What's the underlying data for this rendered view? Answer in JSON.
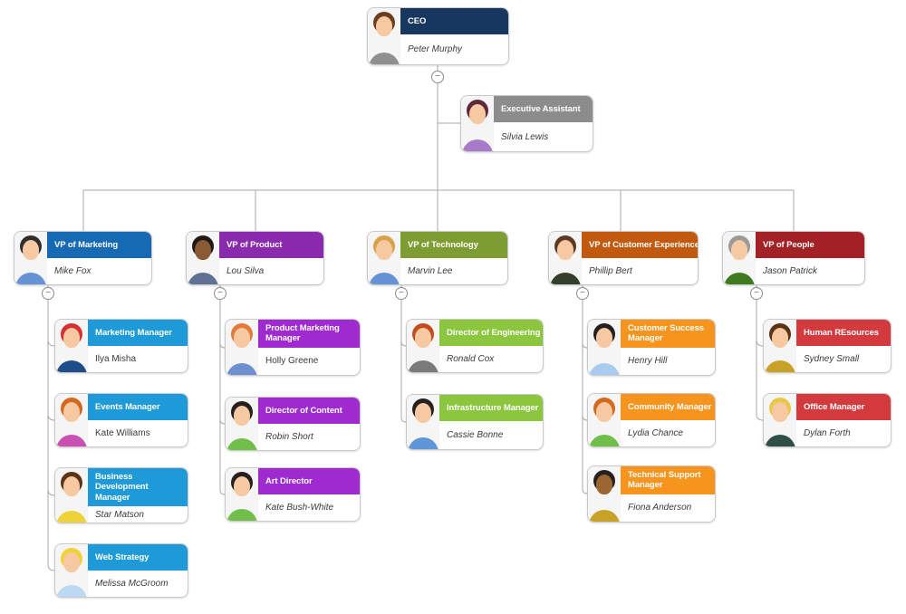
{
  "style_tokens": {
    "line_color": "#A8A8A8",
    "card_border": "#C9C9C9",
    "name_color": "#3A3A3A"
  },
  "collapse_button_glyph": "−",
  "nodes": [
    {
      "id": "ceo",
      "title": "CEO",
      "name": "Peter Murphy",
      "name_style": "italic",
      "header_color": "#17375E",
      "avatar": {
        "hair": "#6B3F1D",
        "skin": "#F6C9A3",
        "shirt": "#8F8F8F"
      }
    },
    {
      "id": "executive-assistant",
      "title": "Executive Assistant",
      "name": "Silvia Lewis",
      "name_style": "italic",
      "header_color": "#8C8C8C",
      "avatar": {
        "hair": "#5E2A3A",
        "skin": "#F6C9A3",
        "shirt": "#A87BC8"
      }
    },
    {
      "id": "vp-marketing",
      "title": "VP of Marketing",
      "name": "Mike Fox",
      "name_style": "italic",
      "header_color": "#156AB3",
      "avatar": {
        "hair": "#2E2E2E",
        "skin": "#F6C9A3",
        "shirt": "#6593D6"
      }
    },
    {
      "id": "vp-product",
      "title": "VP of Product",
      "name": "Lou Silva",
      "name_style": "italic",
      "header_color": "#8A2BAD",
      "avatar": {
        "hair": "#1F1A17",
        "skin": "#8A5A33",
        "shirt": "#5F7296"
      }
    },
    {
      "id": "vp-technology",
      "title": "VP of Technology",
      "name": "Marvin Lee",
      "name_style": "italic",
      "header_color": "#7D9C31",
      "avatar": {
        "hair": "#D9A24A",
        "skin": "#F6C9A3",
        "shirt": "#6593D6"
      }
    },
    {
      "id": "vp-customer-experience",
      "title": "VP of Customer Experience",
      "name": "Phillip Bert",
      "name_style": "italic",
      "header_color": "#C1590F",
      "avatar": {
        "hair": "#5C3A21",
        "skin": "#F6C9A3",
        "shirt": "#333F2B"
      }
    },
    {
      "id": "vp-people",
      "title": "VP of People",
      "name": "Jason Patrick",
      "name_style": "italic",
      "header_color": "#A32025",
      "avatar": {
        "hair": "#9A9A9A",
        "skin": "#F6C9A3",
        "shirt": "#3E7A1E"
      }
    },
    {
      "id": "marketing-manager",
      "title": "Marketing Manager",
      "name": "Ilya Misha",
      "name_style": "normal",
      "header_color": "#1D9AD7",
      "avatar": {
        "hair": "#D63030",
        "skin": "#F6C9A3",
        "shirt": "#1D4E89"
      }
    },
    {
      "id": "events-manager",
      "title": "Events Manager",
      "name": "Kate Williams",
      "name_style": "normal",
      "header_color": "#1D9AD7",
      "avatar": {
        "hair": "#D2691E",
        "skin": "#F6C9A3",
        "shirt": "#C94FB2"
      }
    },
    {
      "id": "business-development-manager",
      "title": "Business Development Manager",
      "name": "Star Matson",
      "name_style": "italic",
      "header_color": "#1D9AD7",
      "avatar": {
        "hair": "#5C3317",
        "skin": "#F6C9A3",
        "shirt": "#EFD23A"
      }
    },
    {
      "id": "web-strategy",
      "title": "Web Strategy",
      "name": "Melissa McGroom",
      "name_style": "italic",
      "header_color": "#1D9AD7",
      "avatar": {
        "hair": "#EFD23A",
        "skin": "#F6C9A3",
        "shirt": "#BBD9F2"
      }
    },
    {
      "id": "product-marketing-manager",
      "title": "Product Marketing Manager",
      "name": "Holly Greene",
      "name_style": "normal",
      "header_color": "#9F2BD0",
      "avatar": {
        "hair": "#E07B39",
        "skin": "#F6C9A3",
        "shirt": "#6E8FD0"
      }
    },
    {
      "id": "director-of-content",
      "title": "Director of Content",
      "name": "Robin Short",
      "name_style": "italic",
      "header_color": "#9F2BD0",
      "avatar": {
        "hair": "#26211E",
        "skin": "#F6C9A3",
        "shirt": "#6FBF4A"
      }
    },
    {
      "id": "art-director",
      "title": "Art Director",
      "name": "Kate Bush-White",
      "name_style": "italic",
      "header_color": "#9F2BD0",
      "avatar": {
        "hair": "#26211E",
        "skin": "#F6C9A3",
        "shirt": "#6FBF4A"
      }
    },
    {
      "id": "director-of-engineering",
      "title": "Director of Engineering",
      "name": "Ronald Cox",
      "name_style": "italic",
      "header_color": "#8CC63F",
      "avatar": {
        "hair": "#C44D20",
        "skin": "#F6C9A3",
        "shirt": "#7A7A7A"
      }
    },
    {
      "id": "infrastructure-manager",
      "title": "Infrastructure Manager",
      "name": "Cassie Bonne",
      "name_style": "italic",
      "header_color": "#8CC63F",
      "avatar": {
        "hair": "#26211E",
        "skin": "#F6C9A3",
        "shirt": "#5E96D8"
      }
    },
    {
      "id": "customer-success-manager",
      "title": "Customer Success Manager",
      "name": "Henry Hill",
      "name_style": "italic",
      "header_color": "#F7941E",
      "avatar": {
        "hair": "#26211E",
        "skin": "#F6C9A3",
        "shirt": "#A8CBEF"
      }
    },
    {
      "id": "community-manager",
      "title": "Community Manager",
      "name": "Lydia Chance",
      "name_style": "italic",
      "header_color": "#F7941E",
      "avatar": {
        "hair": "#D2691E",
        "skin": "#F6C9A3",
        "shirt": "#6FBF4A"
      }
    },
    {
      "id": "technical-support-manager",
      "title": "Technical Support Manager",
      "name": "Fiona Anderson",
      "name_style": "italic",
      "header_color": "#F7941E",
      "avatar": {
        "hair": "#26211E",
        "skin": "#9C6633",
        "shirt": "#C8A227"
      }
    },
    {
      "id": "human-resources",
      "title": "Human REsources",
      "name": "Sydney Small",
      "name_style": "italic",
      "header_color": "#D23A3E",
      "avatar": {
        "hair": "#5C3317",
        "skin": "#F6C9A3",
        "shirt": "#C8A227"
      }
    },
    {
      "id": "office-manager",
      "title": "Office Manager",
      "name": "Dylan Forth",
      "name_style": "italic",
      "header_color": "#D23A3E",
      "avatar": {
        "hair": "#E8C84A",
        "skin": "#F6C9A3",
        "shirt": "#2F4F46"
      }
    }
  ]
}
